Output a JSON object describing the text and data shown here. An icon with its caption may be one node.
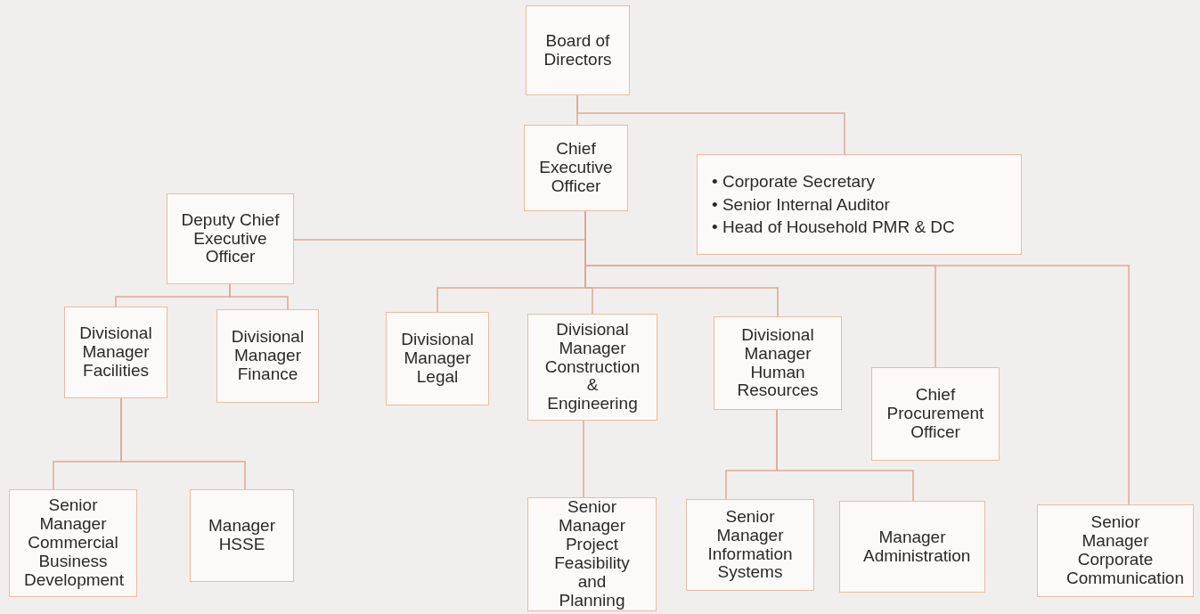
{
  "diagram": {
    "nodes": [
      {
        "text": [
          "Board of Directors"
        ]
      },
      {
        "text": [
          "Chief Executive Officer"
        ]
      },
      {
        "text": [
          "• Corporate Secretary",
          "• Senior Internal Auditor",
          "• Head of Household PMR & DC"
        ]
      },
      {
        "text": [
          "Deputy Chief Executive Officer"
        ]
      },
      {
        "text": [
          "Divisional Manager Facilities"
        ]
      },
      {
        "text": [
          "Divisional Manager Finance"
        ]
      },
      {
        "text": [
          "Divisional Manager Legal"
        ]
      },
      {
        "text": [
          "Divisional Manager Construction & Engineering"
        ]
      },
      {
        "text": [
          "Divisional Manager Human Resources"
        ]
      },
      {
        "text": [
          "Chief Procurement Officer"
        ]
      },
      {
        "text": [
          "Senior Manager Commercial Business Development"
        ]
      },
      {
        "text": [
          "Manager HSSE"
        ]
      },
      {
        "text": [
          "Senior Manager Project Feasibility and Planning"
        ]
      },
      {
        "text": [
          "Senior Manager Information Systems"
        ]
      },
      {
        "text": [
          "Manager Administration"
        ]
      },
      {
        "text": [
          "Senior Manager Corporate Communication"
        ]
      }
    ],
    "edges": [
      {
        "from": 0,
        "to": 1,
        "arrow": "none"
      },
      {
        "from": 0,
        "to": 2,
        "arrow": "none"
      },
      {
        "from": 1,
        "to": 3,
        "arrow": "none"
      },
      {
        "from": 1,
        "to": 6,
        "arrow": "none"
      },
      {
        "from": 1,
        "to": 7,
        "arrow": "none"
      },
      {
        "from": 1,
        "to": 8,
        "arrow": "none"
      },
      {
        "from": 1,
        "to": 9,
        "arrow": "none"
      },
      {
        "from": 1,
        "to": 15,
        "arrow": "none"
      },
      {
        "from": 3,
        "to": 4,
        "arrow": "none"
      },
      {
        "from": 3,
        "to": 5,
        "arrow": "none"
      },
      {
        "from": 4,
        "to": 10,
        "arrow": "none"
      },
      {
        "from": 4,
        "to": 11,
        "arrow": "none"
      },
      {
        "from": 7,
        "to": 12,
        "arrow": "none"
      },
      {
        "from": 8,
        "to": 13,
        "arrow": "none"
      },
      {
        "from": 8,
        "to": 14,
        "arrow": "none"
      }
    ]
  }
}
